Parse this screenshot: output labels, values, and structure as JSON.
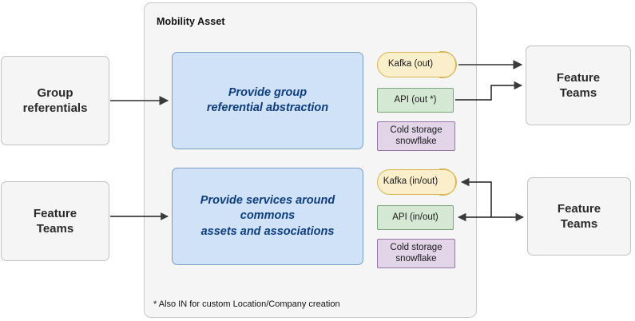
{
  "diagram": {
    "title": "Mobility Asset",
    "footnote": "* Also IN for custom Location/Company creation"
  },
  "actors": {
    "group_referentials": "Group\nreferentials",
    "feature_teams_left": "Feature\nTeams",
    "feature_teams_top_right": "Feature\nTeams",
    "feature_teams_bottom_right": "Feature\nTeams"
  },
  "capabilities": [
    {
      "id": "group-abstraction",
      "label": "Provide group\nreferential abstraction"
    },
    {
      "id": "commons-services",
      "label": "Provide services around\ncommons\nassets and associations"
    }
  ],
  "interfaces": {
    "top": [
      {
        "id": "kafka-out",
        "label": "Kafka (out)",
        "shape": "cylinder",
        "color": "#fbeeca",
        "border": "#d6b656"
      },
      {
        "id": "api-out",
        "label": "API (out *)",
        "shape": "rectangle",
        "color": "#d5e8d4",
        "border": "#7aa779"
      },
      {
        "id": "cold-top",
        "label": "Cold storage\nsnowflake",
        "shape": "rectangle",
        "color": "#e1d5e7",
        "border": "#9673a6"
      }
    ],
    "bottom": [
      {
        "id": "kafka-inout",
        "label": "Kafka (in/out)",
        "shape": "cylinder",
        "color": "#fbeeca",
        "border": "#d6b656"
      },
      {
        "id": "api-inout",
        "label": "API (in/out)",
        "shape": "rectangle",
        "color": "#d5e8d4",
        "border": "#7aa779"
      },
      {
        "id": "cold-bottom",
        "label": "Cold storage\nsnowflake",
        "shape": "rectangle",
        "color": "#e1d5e7",
        "border": "#9673a6"
      }
    ]
  },
  "connectors": [
    {
      "id": "group-referentials-to-abstraction",
      "from": "group_referentials",
      "to": "group-abstraction",
      "direction": "one-way"
    },
    {
      "id": "feature-teams-to-commons",
      "from": "feature_teams_left",
      "to": "commons-services",
      "direction": "one-way"
    },
    {
      "id": "kafka-out-to-feature-teams",
      "from": "kafka-out",
      "to": "feature_teams_top_right",
      "direction": "one-way"
    },
    {
      "id": "api-out-to-feature-teams",
      "from": "api-out",
      "to": "feature_teams_top_right",
      "direction": "one-way"
    },
    {
      "id": "feature-teams-to-kafka-inout",
      "from": "feature_teams_bottom_right",
      "to": "kafka-inout",
      "direction": "one-way"
    },
    {
      "id": "feature-teams-api-inout",
      "from": "feature_teams_bottom_right",
      "to": "api-inout",
      "direction": "two-way"
    }
  ],
  "colors": {
    "container_fill": "#f5f5f5",
    "container_border": "#c9c9c9",
    "actor_fill": "#f5f5f5",
    "actor_border": "#c2c2c2",
    "capability_fill": "#cfe2f7",
    "capability_border": "#7a9ec6",
    "capability_text": "#0d3c80",
    "connector": "#4d4d4d"
  }
}
